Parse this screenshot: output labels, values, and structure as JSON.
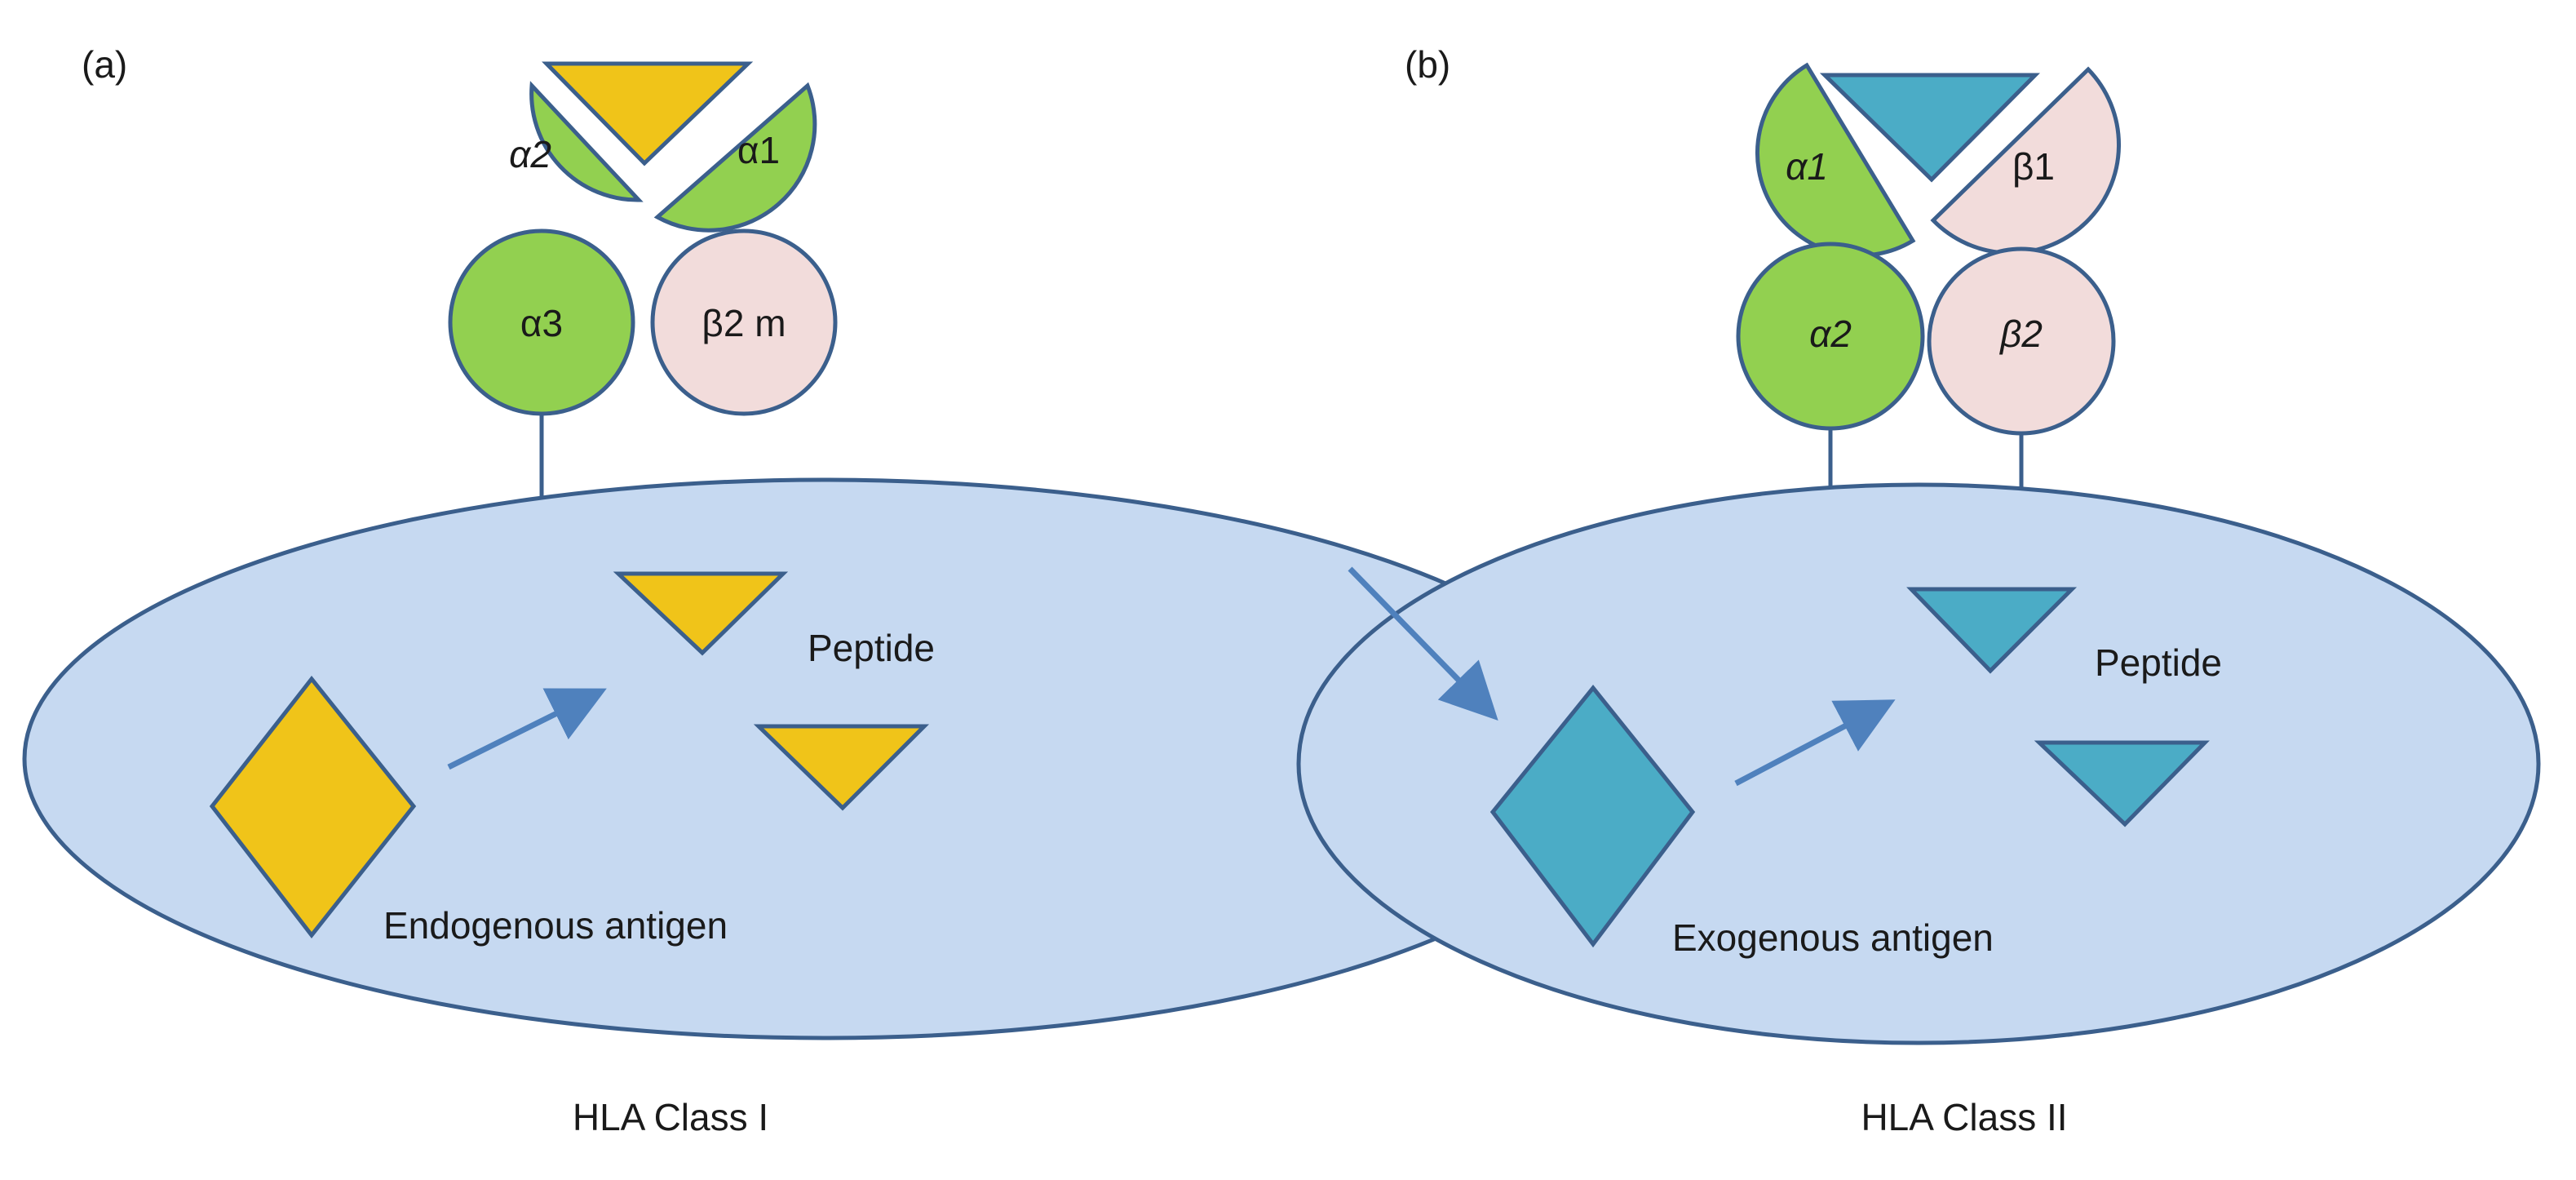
{
  "colors": {
    "outline": "#3B5F8C",
    "cell_fill": "#C6D9F1",
    "alpha_fill": "#92D050",
    "beta_fill": "#F2DCDB",
    "class1_antigen": "#F0C419",
    "class2_antigen": "#4BACC6",
    "arrow": "#4F81BD"
  },
  "panel_a": {
    "label": "(a)",
    "domains": {
      "a2": "α2",
      "a1": "α1",
      "a3": "α3",
      "b2m": "β2 m"
    },
    "peptide_label": "Peptide",
    "antigen_label": "Endogenous antigen",
    "caption": "HLA Class I"
  },
  "panel_b": {
    "label": "(b)",
    "domains": {
      "a1": "α1",
      "b1": "β1",
      "a2": "α2",
      "b2": "β2"
    },
    "peptide_label": "Peptide",
    "antigen_label": "Exogenous antigen",
    "caption": "HLA Class II"
  }
}
